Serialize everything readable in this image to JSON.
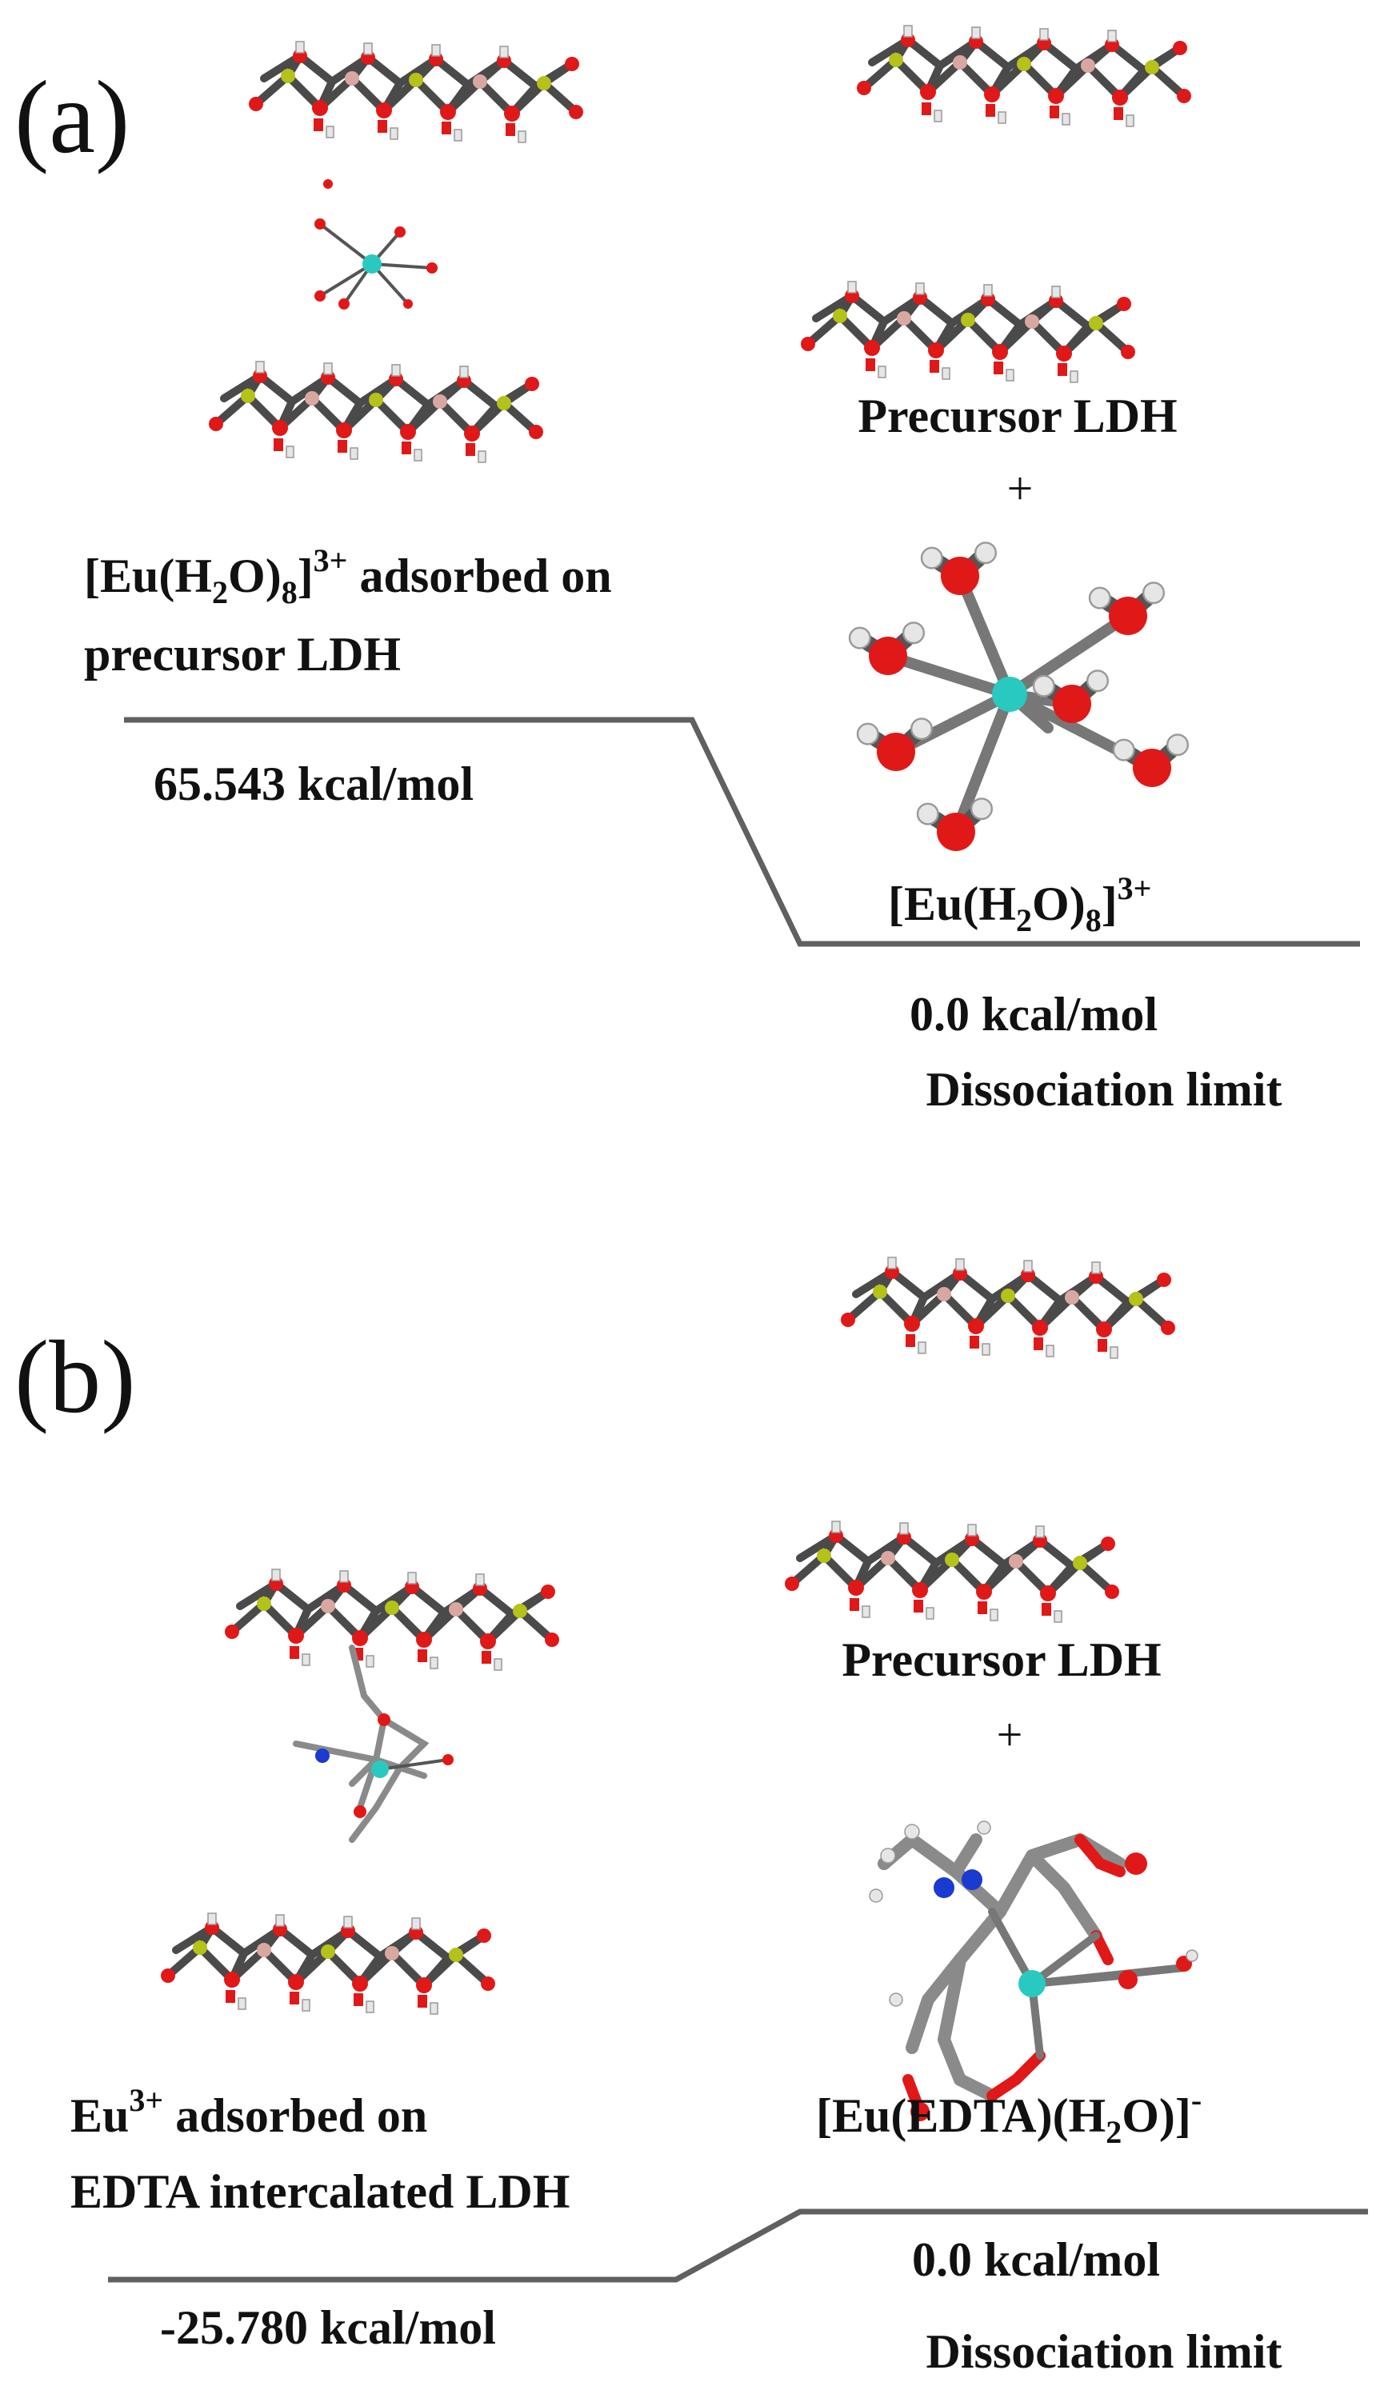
{
  "panels": [
    {
      "letter": "(a)",
      "adsorbed_line1_pre": "[Eu(H",
      "adsorbed_line1_sub1": "2",
      "adsorbed_line1_mid": "O)",
      "adsorbed_line1_sub2": "8",
      "adsorbed_line1_bracket": "]",
      "adsorbed_line1_sup": "3+",
      "adsorbed_line1_post": " adsorbed on",
      "adsorbed_line2": "precursor LDH",
      "adsorbed_energy": "65.543 kcal/mol",
      "precursor_label": "Precursor LDH",
      "plus": "+",
      "complex_pre": "[Eu(H",
      "complex_sub1": "2",
      "complex_mid": "O)",
      "complex_sub2": "8",
      "complex_bracket": "]",
      "complex_sup": "3+",
      "limit_energy": "0.0 kcal/mol",
      "limit_label": "Dissociation limit"
    },
    {
      "letter": "(b)",
      "adsorbed_line1_pre": "Eu",
      "adsorbed_line1_sup": "3+",
      "adsorbed_line1_post": " adsorbed on",
      "adsorbed_line2": "EDTA intercalated LDH",
      "adsorbed_energy": "-25.780 kcal/mol",
      "precursor_label": "Precursor LDH",
      "plus": "+",
      "complex_pre": "[Eu(EDTA)(H",
      "complex_sub1": "2",
      "complex_post": "O)]",
      "complex_sup": "-",
      "limit_energy": "0.0 kcal/mol",
      "limit_label": "Dissociation limit"
    }
  ],
  "energies_kcal_mol": {
    "a": {
      "adsorbed": 65.543,
      "dissociation_limit": 0.0
    },
    "b": {
      "adsorbed": -25.78,
      "dissociation_limit": 0.0
    }
  },
  "colors": {
    "oxygen": "#e01818",
    "metal_yellow": "#b5c21a",
    "metal_pink": "#d8a8a0",
    "europium": "#2ac9c0",
    "hydrogen": "#e6e6e6",
    "carbon": "#8a8a8a",
    "nitrogen": "#1a3ad0",
    "bond_gray": "#555555",
    "level_line": "#606060"
  }
}
